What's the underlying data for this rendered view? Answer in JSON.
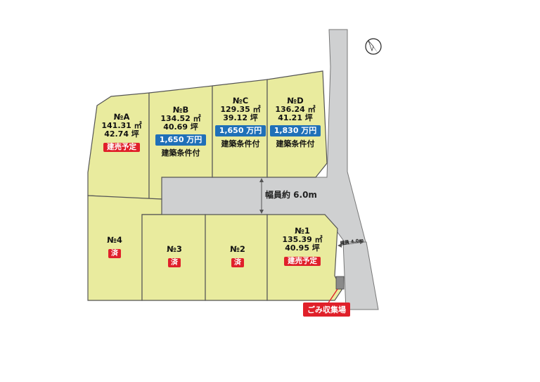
{
  "lots": {
    "A": {
      "no": "№A",
      "area_m2": "141.31 ㎡",
      "area_tsubo": "42.74 坪",
      "status": "建売予定"
    },
    "B": {
      "no": "№B",
      "area_m2": "134.52 ㎡",
      "area_tsubo": "40.69 坪",
      "price": "1,650 万円",
      "condition": "建築条件付"
    },
    "C": {
      "no": "№C",
      "area_m2": "129.35 ㎡",
      "area_tsubo": "39.12 坪",
      "price": "1,650 万円",
      "condition": "建築条件付"
    },
    "D": {
      "no": "№D",
      "area_m2": "136.24 ㎡",
      "area_tsubo": "41.21 坪",
      "price": "1,830 万円",
      "condition": "建築条件付"
    },
    "n1": {
      "no": "№1",
      "area_m2": "135.39 ㎡",
      "area_tsubo": "40.95 坪",
      "status": "建売予定"
    },
    "n2": {
      "no": "№2",
      "status": "済"
    },
    "n3": {
      "no": "№3",
      "status": "済"
    },
    "n4": {
      "no": "№4",
      "status": "済"
    }
  },
  "roads": {
    "main_width": "幅員約 6.0m",
    "side_width": "幅員 4.0m"
  },
  "garbage_area": "ごみ収集場",
  "compass": "north-arrow-icon",
  "colors": {
    "lot_fill": "#e9eb9e",
    "road_fill": "#cfd0d1",
    "status_red": "#e0202a",
    "price_blue": "#1f70b8"
  }
}
